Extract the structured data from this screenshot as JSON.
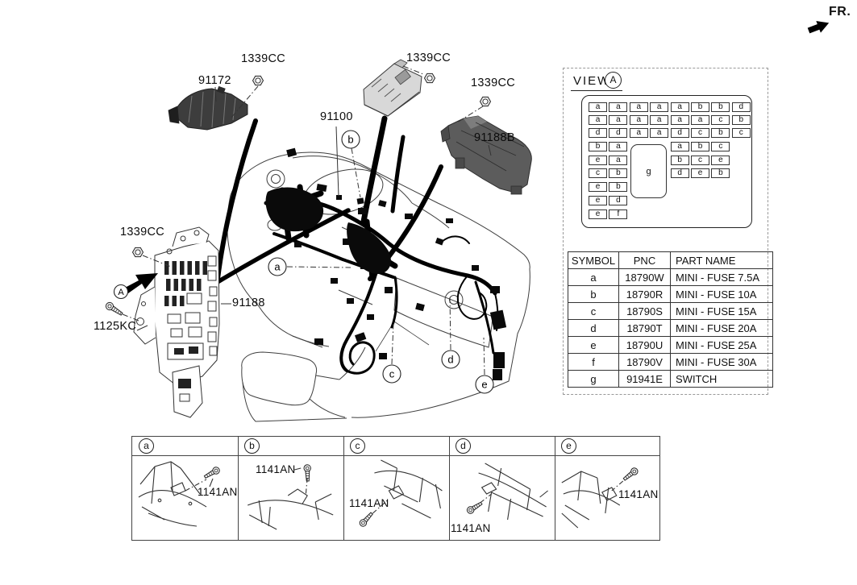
{
  "fr_label": "FR.",
  "parts": {
    "p91172": "91172",
    "p91100": "91100",
    "p91188b": "91188B",
    "p91188": "91188",
    "p1125kc": "1125KC",
    "p1339cc": "1339CC",
    "p1141an": "1141AN"
  },
  "callouts": {
    "a": "a",
    "b": "b",
    "c": "c",
    "d": "d",
    "e": "e",
    "view": "A"
  },
  "view_panel": {
    "title": "VIEW",
    "marker": "A",
    "switch_label": "g",
    "grid_rows": [
      [
        "a",
        "a",
        "a",
        "a",
        "a",
        "b",
        "b",
        "d"
      ],
      [
        "a",
        "a",
        "a",
        "a",
        "a",
        "a",
        "c",
        "b"
      ],
      [
        "d",
        "d",
        "a",
        "a",
        "d",
        "c",
        "b",
        "c"
      ]
    ],
    "left_pairs": [
      [
        "b",
        "a"
      ],
      [
        "e",
        "a"
      ],
      [
        "c",
        "b"
      ],
      [
        "e",
        "b"
      ],
      [
        "e",
        "d"
      ],
      [
        "e",
        "f"
      ]
    ],
    "right_triples": [
      [
        "a",
        "b",
        "c"
      ],
      [
        "b",
        "c",
        "e"
      ],
      [
        "d",
        "e",
        "b"
      ]
    ]
  },
  "symbol_table": {
    "headers": [
      "SYMBOL",
      "PNC",
      "PART NAME"
    ],
    "rows": [
      [
        "a",
        "18790W",
        "MINI - FUSE 7.5A"
      ],
      [
        "b",
        "18790R",
        "MINI - FUSE 10A"
      ],
      [
        "c",
        "18790S",
        "MINI - FUSE 15A"
      ],
      [
        "d",
        "18790T",
        "MINI - FUSE 20A"
      ],
      [
        "e",
        "18790U",
        "MINI - FUSE 25A"
      ],
      [
        "f",
        "18790V",
        "MINI - FUSE 30A"
      ],
      [
        "g",
        "91941E",
        "SWITCH"
      ]
    ]
  },
  "detail_boxes": [
    {
      "letter": "a",
      "part": "1141AN"
    },
    {
      "letter": "b",
      "part": "1141AN"
    },
    {
      "letter": "c",
      "part": "1141AN"
    },
    {
      "letter": "d",
      "part": "1141AN"
    },
    {
      "letter": "e",
      "part": "1141AN"
    }
  ]
}
